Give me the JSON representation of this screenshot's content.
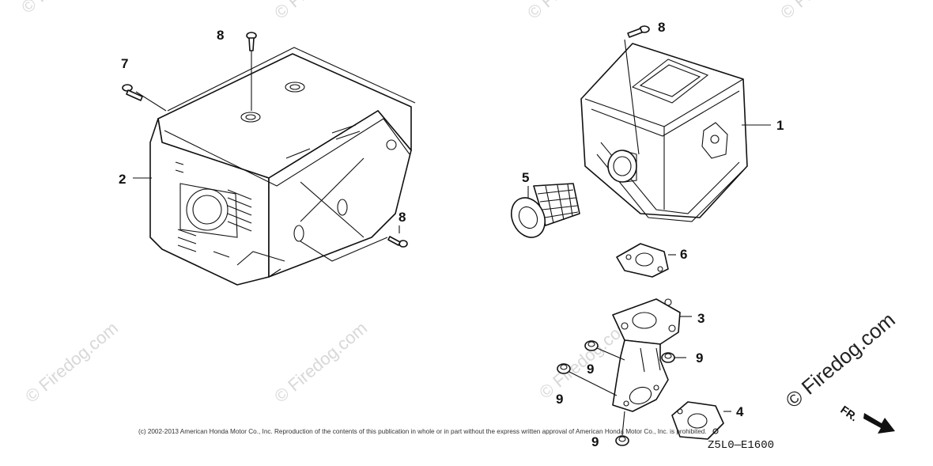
{
  "watermark": "© Firedog.com",
  "brand": "© Firedog.com",
  "copyright": "(c) 2002-2013 American Honda Motor Co., Inc. Reproduction of the contents of this publication in whole or in part without the express written approval of American Honda Motor Co., Inc. is prohibited.",
  "diagram_code": "Z5L0—E1600",
  "direction_label": "FR.",
  "callouts": {
    "c1": "1",
    "c2": "2",
    "c3": "3",
    "c4": "4",
    "c5": "5",
    "c6": "6",
    "c7": "7",
    "c8a": "8",
    "c8b": "8",
    "c8c": "8",
    "c9a": "9",
    "c9b": "9",
    "c9c": "9",
    "c9d": "9"
  }
}
